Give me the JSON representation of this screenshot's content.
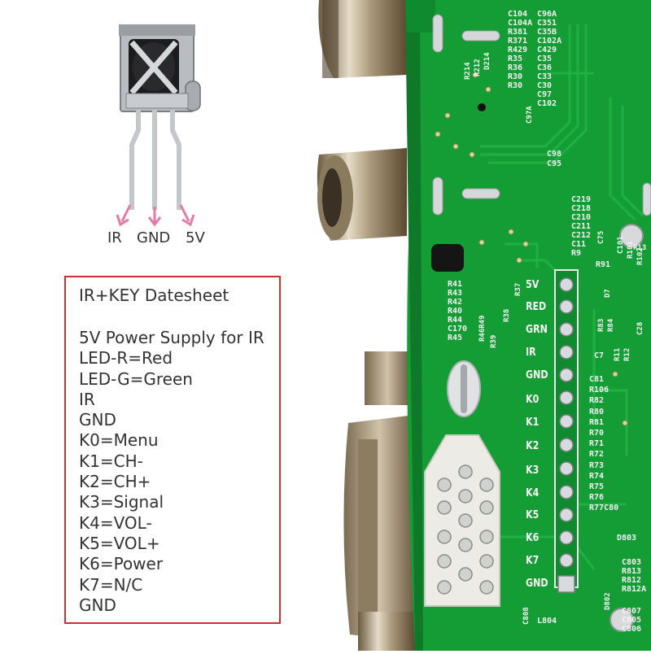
{
  "ir_receiver": {
    "pins": [
      "IR",
      "GND",
      "5V"
    ]
  },
  "datasheet": {
    "title": "IR+KEY Datesheet",
    "lines": [
      "5V Power Supply for IR",
      "LED-R=Red",
      "LED-G=Green",
      "IR",
      "GND",
      "K0=Menu",
      "K1=CH-",
      "K2=CH+",
      "K3=Signal",
      "K4=VOL-",
      "K5=VOL+",
      "K6=Power",
      "K7=N/C",
      "GND"
    ]
  },
  "pcb": {
    "connector_labels": [
      "5V",
      "RED",
      "GRN",
      "IR",
      "GND",
      "K0",
      "K1",
      "K2",
      "K3",
      "K4",
      "K5",
      "K6",
      "K7",
      "GND"
    ],
    "silkscreen": {
      "top_col_left": [
        "D214",
        "R212",
        "R214"
      ],
      "top_col_mid": [
        "C104",
        "C104A",
        "R381",
        "R371",
        "R429",
        "R35",
        "R36",
        "R30",
        "R30"
      ],
      "top_col_right": [
        "C96A",
        "C351",
        "C35B",
        "C102A",
        "C429",
        "C35",
        "C36",
        "C33",
        "C30",
        "C97",
        "C102"
      ],
      "c97a": "C97A",
      "mid_labels": [
        "C98",
        "C95",
        "C219",
        "C218",
        "C210",
        "C211",
        "C212",
        "C11",
        "R9",
        "R91",
        "C101",
        "R101",
        "R102",
        "C75",
        "C7",
        "R13"
      ],
      "left_res": [
        "R41",
        "R43",
        "R42",
        "R40",
        "R44",
        "C170",
        "R45"
      ],
      "misc": [
        "R37",
        "R38",
        "R39",
        "R46R49",
        "D7",
        "C28",
        "R83",
        "R84",
        "R11",
        "R12"
      ],
      "right_col": [
        "C81",
        "R106",
        "R82",
        "R80",
        "R81",
        "R70",
        "R71",
        "R72",
        "R73",
        "R74",
        "R75",
        "R76",
        "R77C80"
      ],
      "bottom_right": [
        "D803",
        "C803",
        "R813",
        "R812",
        "R812A",
        "D802",
        "C807",
        "C805",
        "C806",
        "C808",
        "L804"
      ]
    }
  }
}
